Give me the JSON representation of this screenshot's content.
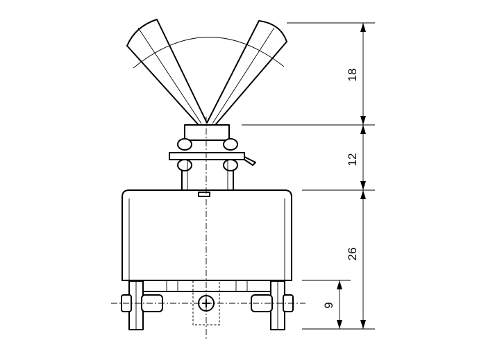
{
  "diagram": {
    "dimensions": [
      {
        "id": "lever_height",
        "label": "18"
      },
      {
        "id": "bushing_height",
        "label": "12"
      },
      {
        "id": "body_height",
        "label": "26"
      },
      {
        "id": "terminal_height",
        "label": "9"
      }
    ],
    "colors": {
      "line": "#000000",
      "background": "#ffffff"
    }
  }
}
